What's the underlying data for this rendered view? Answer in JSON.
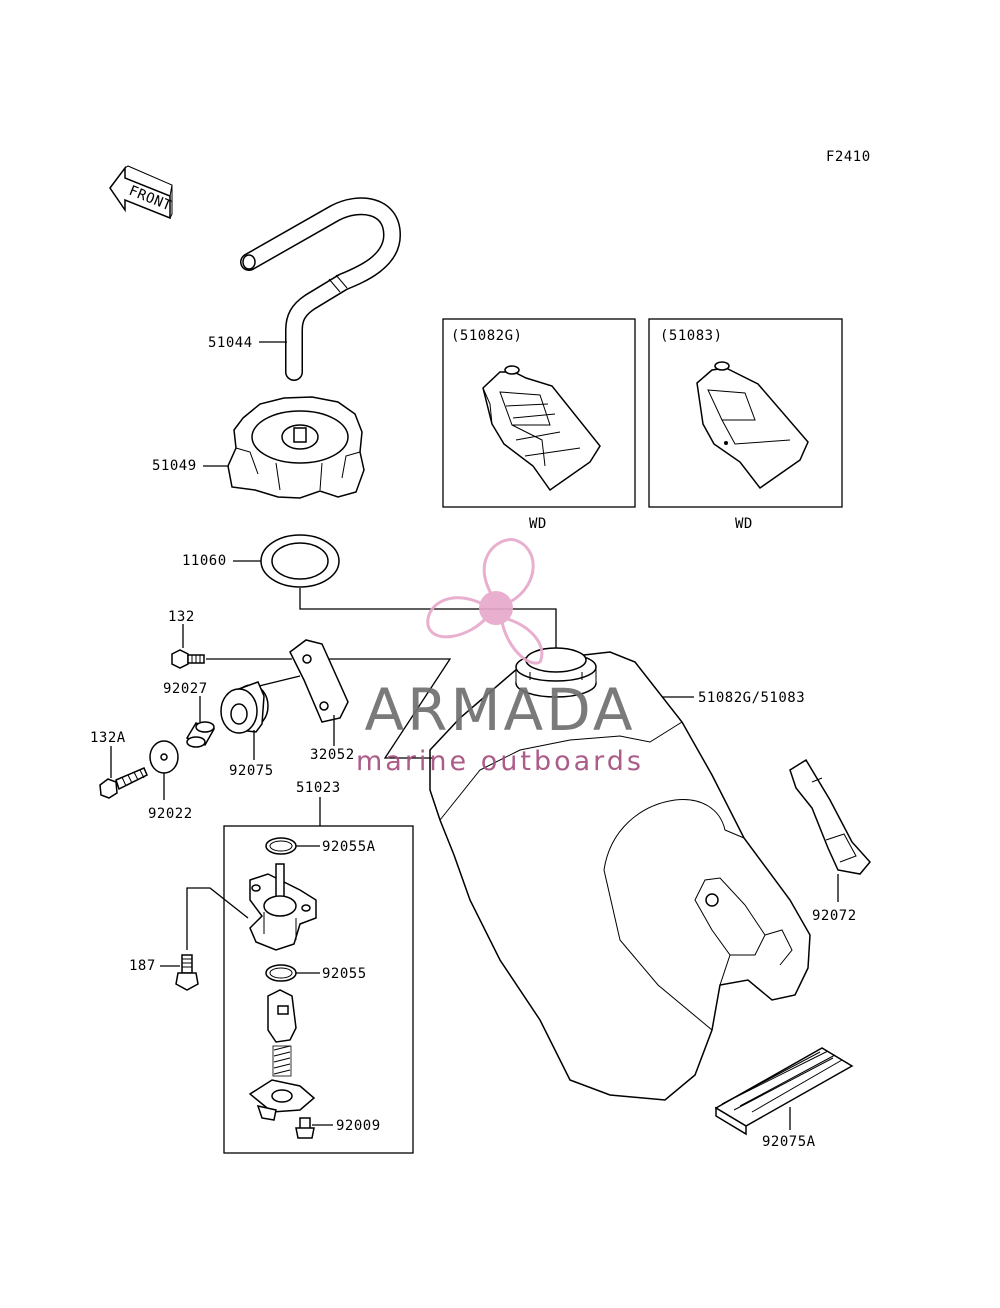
{
  "figure_code": "F2410",
  "front_label": "FRONT",
  "labels": {
    "hose": "51044",
    "cap": "51049",
    "gasket": "11060",
    "bolt": "132",
    "collar": "92027",
    "bolt_a": "132A",
    "damper": "92075",
    "washer": "92022",
    "bracket": "32052",
    "cock_assy": "51023",
    "oring_a": "92055A",
    "screw": "187",
    "oring": "92055",
    "small_screw": "92009",
    "tank": "51082G/51083",
    "band": "92072",
    "pad": "92075A"
  },
  "insets": [
    {
      "title": "(51082G)",
      "caption": "WD"
    },
    {
      "title": "(51083)",
      "caption": "WD"
    }
  ],
  "watermark": {
    "brand": "ARMADA",
    "tagline": "marine outboards",
    "colors": {
      "logo": "#e7a9cc",
      "text": "#6f6f6f",
      "tagline": "#a64f7e"
    }
  }
}
